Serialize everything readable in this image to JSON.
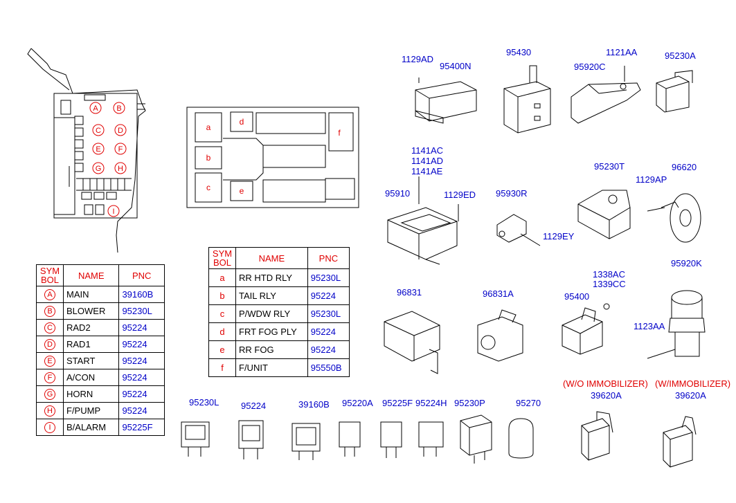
{
  "table_left": {
    "headers": {
      "symbol": "SYM\nBOL",
      "name": "NAME",
      "pnc": "PNC"
    },
    "rows": [
      {
        "symbol": "A",
        "name": "MAIN",
        "pnc": "39160B"
      },
      {
        "symbol": "B",
        "name": "BLOWER",
        "pnc": "95230L"
      },
      {
        "symbol": "C",
        "name": "RAD2",
        "pnc": "95224"
      },
      {
        "symbol": "D",
        "name": "RAD1",
        "pnc": "95224"
      },
      {
        "symbol": "E",
        "name": "START",
        "pnc": "95224"
      },
      {
        "symbol": "F",
        "name": "A/CON",
        "pnc": "95224"
      },
      {
        "symbol": "G",
        "name": "HORN",
        "pnc": "95224"
      },
      {
        "symbol": "H",
        "name": "F/PUMP",
        "pnc": "95224"
      },
      {
        "symbol": "I",
        "name": "B/ALARM",
        "pnc": "95225F"
      }
    ]
  },
  "table_right": {
    "headers": {
      "symbol": "SYM\nBOL",
      "name": "NAME",
      "pnc": "PNC"
    },
    "rows": [
      {
        "symbol": "a",
        "name": "RR HTD RLY",
        "pnc": "95230L"
      },
      {
        "symbol": "b",
        "name": "TAIL RLY",
        "pnc": "95224"
      },
      {
        "symbol": "c",
        "name": "P/WDW RLY",
        "pnc": "95230L"
      },
      {
        "symbol": "d",
        "name": "FRT FOG PLY",
        "pnc": "95224"
      },
      {
        "symbol": "e",
        "name": "RR FOG",
        "pnc": "95224"
      },
      {
        "symbol": "f",
        "name": "F/UNIT",
        "pnc": "95550B"
      }
    ]
  },
  "fuse_box_left_labels": [
    "A",
    "B",
    "C",
    "D",
    "E",
    "F",
    "G",
    "H",
    "I"
  ],
  "fuse_box_right_labels": [
    "a",
    "b",
    "c",
    "d",
    "e",
    "f"
  ],
  "part_labels": {
    "p1129AD": "1129AD",
    "p95400N": "95400N",
    "p95430": "95430",
    "p1121AA": "1121AA",
    "p95920C": "95920C",
    "p95230A": "95230A",
    "p1141AC": "1141AC",
    "p1141AD": "1141AD",
    "p1141AE": "1141AE",
    "p95910": "95910",
    "p1129ED": "1129ED",
    "p95930R": "95930R",
    "p1129EY": "1129EY",
    "p95230T": "95230T",
    "p96620": "96620",
    "p1129AP": "1129AP",
    "p1338AC": "1338AC",
    "p1339CC": "1339CC",
    "p95920K": "95920K",
    "p96831": "96831",
    "p96831A": "96831A",
    "p95400": "95400",
    "p1123AA": "1123AA",
    "p95230L": "95230L",
    "p95224": "95224",
    "p39160B": "39160B",
    "p95220A": "95220A",
    "p95225F": "95225F",
    "p95224H": "95224H",
    "p95230P": "95230P",
    "p95270": "95270",
    "wo_immob": "(W/O IMMOBILIZER)",
    "w_immob": "(W/IMMOBILIZER)",
    "p39620A_1": "39620A",
    "p39620A_2": "39620A"
  }
}
